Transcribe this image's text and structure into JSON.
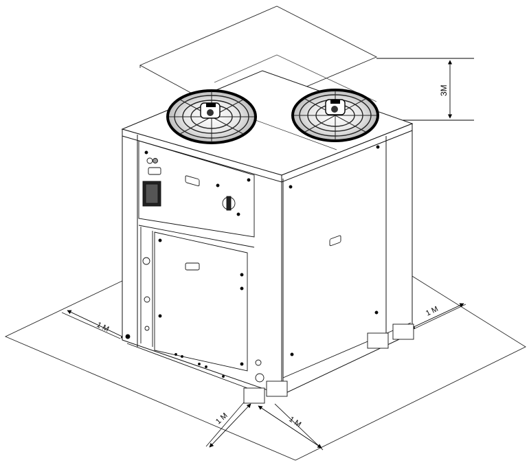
{
  "diagram": {
    "clearances": {
      "top": "3M",
      "front_left": "1 M",
      "front": "1 M",
      "right_front": "1 M",
      "right_side": "1 M"
    }
  }
}
